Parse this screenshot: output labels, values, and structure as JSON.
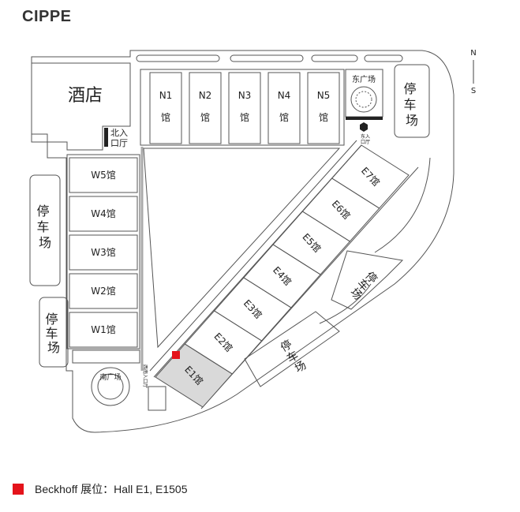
{
  "title": "CIPPE",
  "compass": {
    "north": "N",
    "south": "S"
  },
  "hotel": "酒店",
  "north_entrance": [
    "北入",
    "口厅"
  ],
  "east_plaza": "东广场",
  "south_plaza": "南广场",
  "east_entrance": [
    "东入",
    "口厅"
  ],
  "southwest_entrance": [
    "西南入口厅"
  ],
  "parking": [
    "停",
    "车",
    "场"
  ],
  "halls_north": [
    {
      "num": "N1",
      "suffix": "馆"
    },
    {
      "num": "N2",
      "suffix": "馆"
    },
    {
      "num": "N3",
      "suffix": "馆"
    },
    {
      "num": "N4",
      "suffix": "馆"
    },
    {
      "num": "N5",
      "suffix": "馆"
    }
  ],
  "halls_west": [
    "W5馆",
    "W4馆",
    "W3馆",
    "W2馆",
    "W1馆"
  ],
  "halls_east": [
    "E1馆",
    "E2馆",
    "E3馆",
    "E4馆",
    "E5馆",
    "E6馆",
    "E7馆"
  ],
  "highlight_hall": "E1馆",
  "legend": {
    "text": "Beckhoff 展位：Hall E1, E1505",
    "color": "#e4131b"
  },
  "colors": {
    "line": "#555555",
    "road": "#bbbbbb",
    "highlight_fill": "#d9d9d9",
    "marker": "#e4131b"
  }
}
